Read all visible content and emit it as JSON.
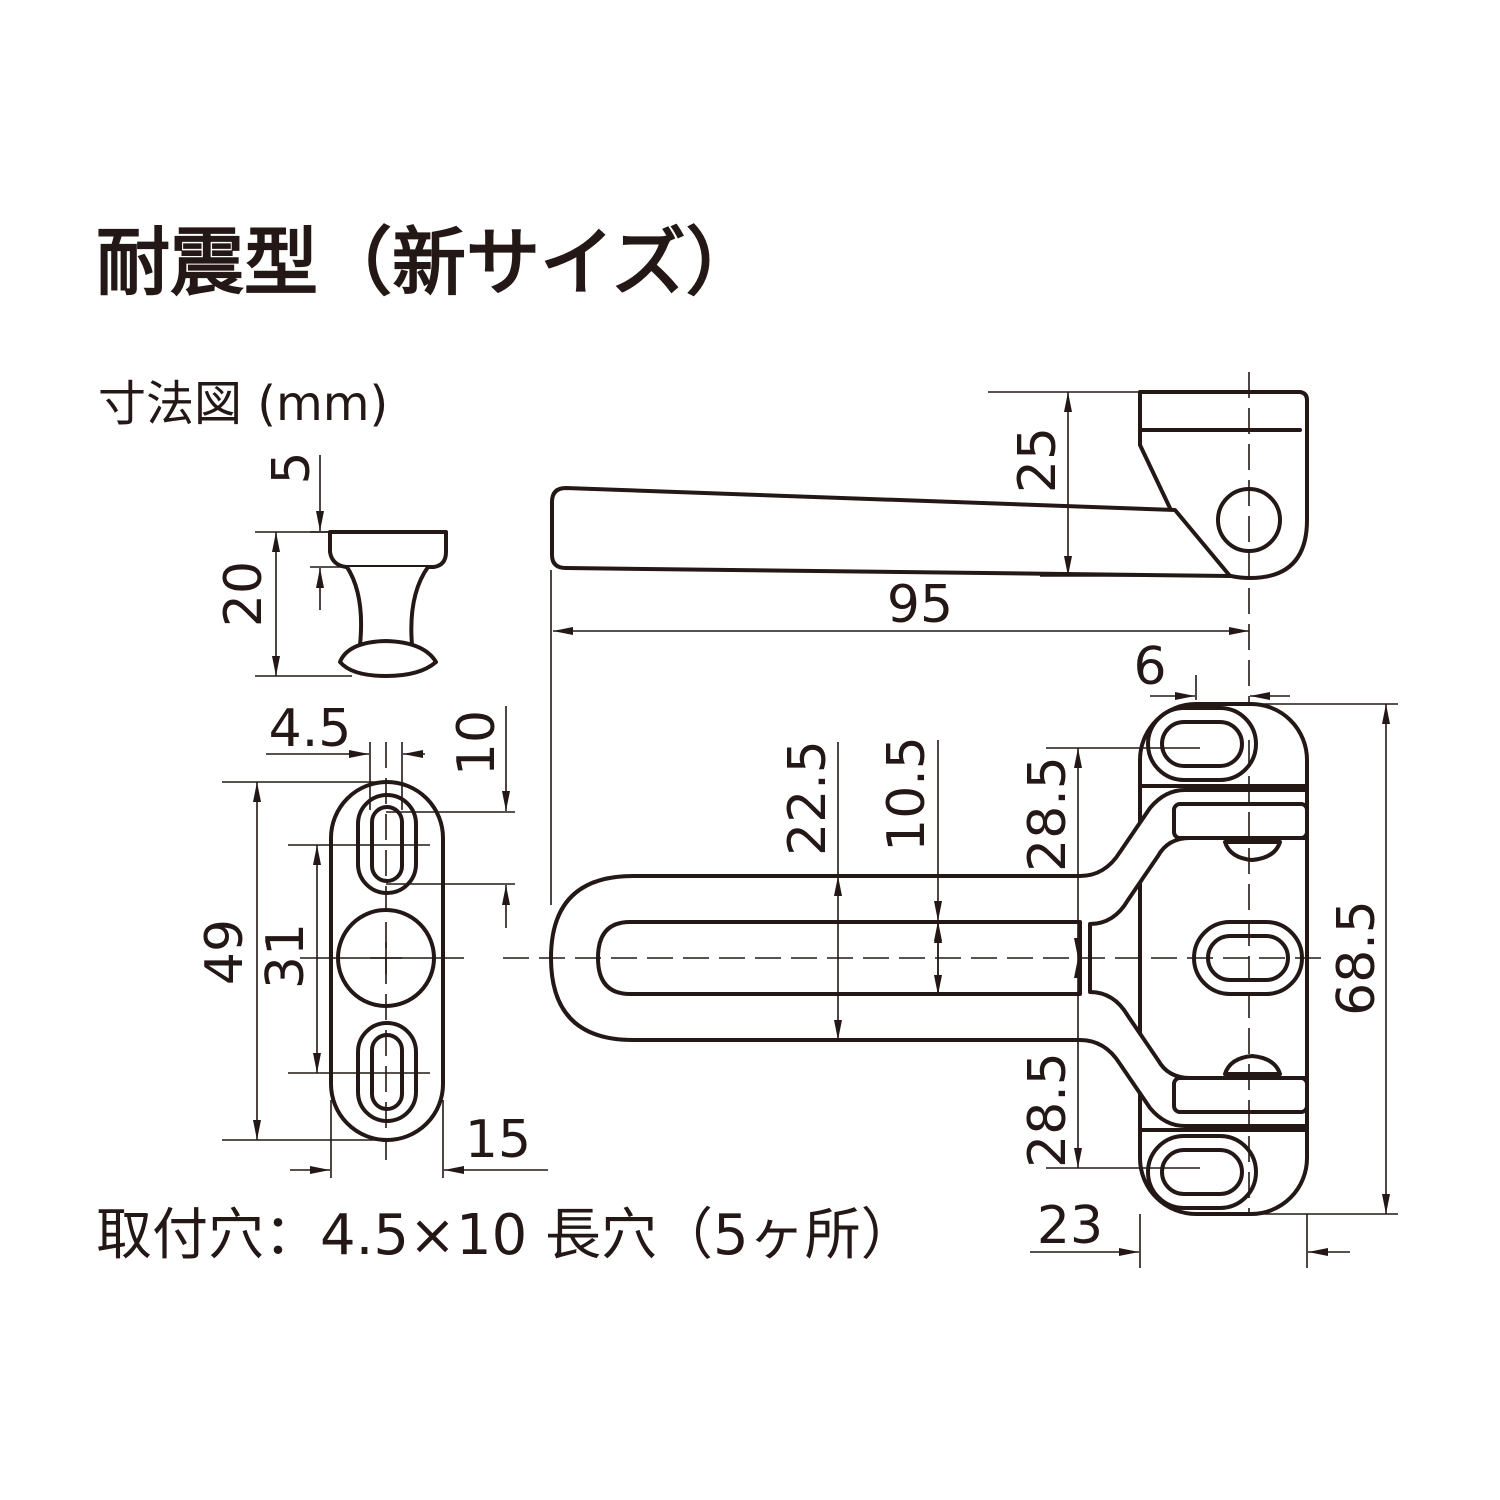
{
  "title": "耐震型（新サイズ）",
  "subtitle": "寸法図 (mm)",
  "note": "取付穴：4.5×10 長穴（5ヶ所）",
  "colors": {
    "line": "#231815",
    "background": "#ffffff"
  },
  "dimensions": {
    "knob_top": "5",
    "knob_height": "20",
    "slot_width": "4.5",
    "slot_length": "10",
    "plate_length": "49",
    "hole_pitch": "31",
    "plate_width": "15",
    "arm_height": "25",
    "arm_length": "95",
    "pivot_offset": "6",
    "outer_width": "22.5",
    "inner_width": "10.5",
    "upper_pitch": "28.5",
    "lower_pitch": "28.5",
    "base_length": "68.5",
    "base_width": "23"
  }
}
